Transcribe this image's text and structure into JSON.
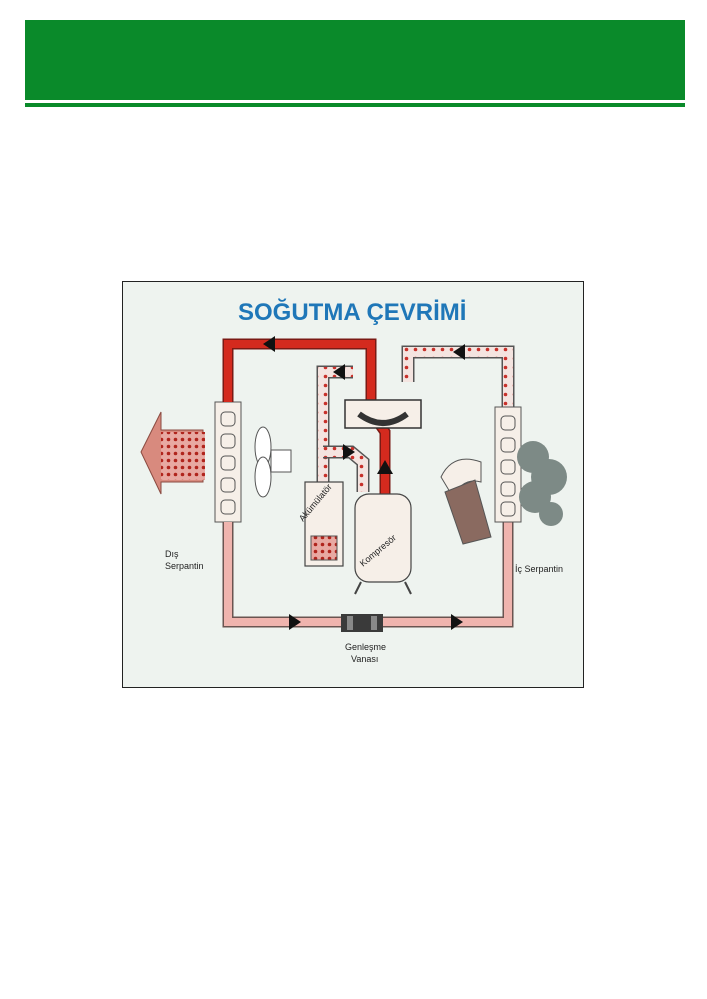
{
  "diagram": {
    "title": "SOĞUTMA ÇEVRİMİ",
    "labels": {
      "outdoor_coil_line1": "Dış",
      "outdoor_coil_line2": "Serpantin",
      "indoor_coil": "İç Serpantin",
      "expansion_valve_line1": "Genleşme",
      "expansion_valve_line2": "Vanası",
      "accumulator": "Akümülatör",
      "compressor": "Kompresör"
    },
    "colors": {
      "header_green": "#0a8a2a",
      "hot_pipe": "#d42a1e",
      "cool_pipe": "#efb4ae",
      "title_blue": "#1f77b8"
    }
  }
}
